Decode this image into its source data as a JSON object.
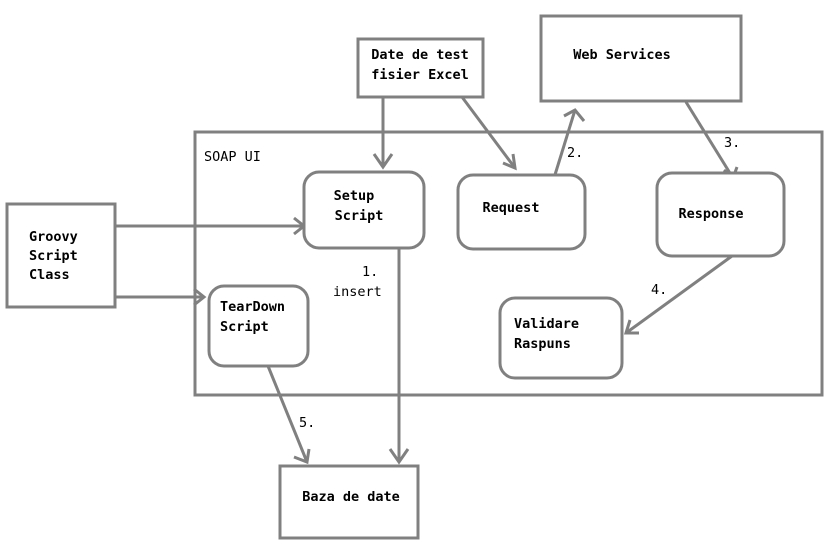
{
  "container": {
    "title": "SOAP UI"
  },
  "nodes": {
    "date_test": [
      "Date de test",
      "fisier Excel"
    ],
    "web_services": [
      "Web Services"
    ],
    "groovy": [
      "Groovy",
      "Script",
      "Class"
    ],
    "setup": [
      "Setup",
      "Script"
    ],
    "request": [
      "Request"
    ],
    "response": [
      "Response"
    ],
    "teardown": [
      "TearDown",
      "Script"
    ],
    "validare": [
      "Validare",
      "Raspuns"
    ],
    "baza": [
      "Baza de date"
    ]
  },
  "edge_labels": {
    "insert_num": "1.",
    "insert_text": "insert",
    "step2": "2.",
    "step3": "3.",
    "step4": "4.",
    "step5": "5."
  },
  "colors": {
    "stroke": "#808080",
    "text": "#000000",
    "background": "#ffffff"
  }
}
